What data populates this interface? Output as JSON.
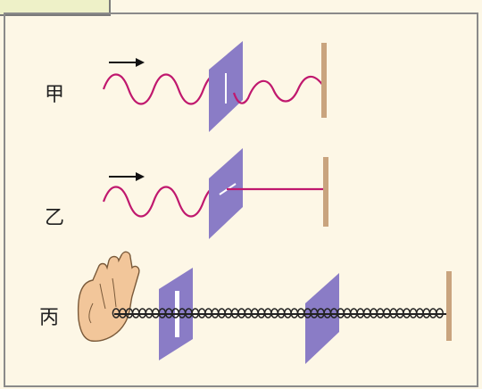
{
  "labels": {
    "jia": "甲",
    "yi": "乙",
    "bing": "丙"
  },
  "colors": {
    "background": "#fdf7e6",
    "wave": "#c0186e",
    "slit_plate": "#8a7cc6",
    "wall": "#c9a47e",
    "arrow": "#111111",
    "spring": "#222222",
    "hand_skin": "#f2c69a"
  },
  "icons": {
    "hand": "hand-icon",
    "arrow": "arrow-right-icon"
  }
}
